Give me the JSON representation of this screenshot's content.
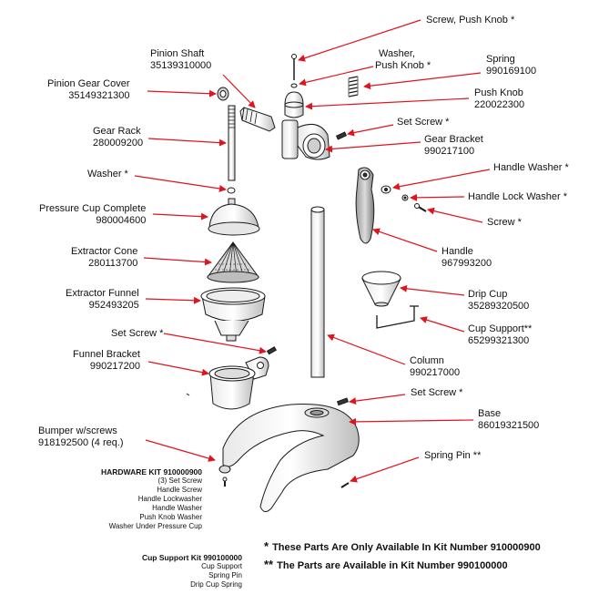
{
  "labels": [
    {
      "id": "screw-push-knob",
      "name": "Screw, Push Knob *",
      "part": ""
    },
    {
      "id": "pinion-shaft",
      "name": "Pinion Shaft",
      "part": "35139310000"
    },
    {
      "id": "washer-push-knob",
      "name": "Washer,",
      "part": "Push Knob *"
    },
    {
      "id": "spring",
      "name": "Spring",
      "part": "990169100"
    },
    {
      "id": "pinion-gear-cover",
      "name": "Pinion Gear Cover",
      "part": "35149321300"
    },
    {
      "id": "push-knob",
      "name": "Push Knob",
      "part": "220022300"
    },
    {
      "id": "set-screw-top",
      "name": "Set Screw *",
      "part": ""
    },
    {
      "id": "gear-rack",
      "name": "Gear Rack",
      "part": "280009200"
    },
    {
      "id": "gear-bracket",
      "name": "Gear Bracket",
      "part": "990217100"
    },
    {
      "id": "handle-washer",
      "name": "Handle Washer *",
      "part": ""
    },
    {
      "id": "washer",
      "name": "Washer *",
      "part": ""
    },
    {
      "id": "handle-lock-washer",
      "name": "Handle Lock Washer *",
      "part": ""
    },
    {
      "id": "pressure-cup",
      "name": "Pressure Cup Complete",
      "part": "980004600"
    },
    {
      "id": "screw",
      "name": "Screw *",
      "part": ""
    },
    {
      "id": "extractor-cone",
      "name": "Extractor Cone",
      "part": "280113700"
    },
    {
      "id": "handle",
      "name": "Handle",
      "part": "967993200"
    },
    {
      "id": "extractor-funnel",
      "name": "Extractor Funnel",
      "part": "952493205"
    },
    {
      "id": "drip-cup",
      "name": "Drip Cup",
      "part": "35289320500"
    },
    {
      "id": "cup-support",
      "name": "Cup Support**",
      "part": "65299321300"
    },
    {
      "id": "set-screw-mid",
      "name": "Set Screw *",
      "part": ""
    },
    {
      "id": "funnel-bracket",
      "name": "Funnel Bracket",
      "part": "990217200"
    },
    {
      "id": "column",
      "name": "Column",
      "part": "990217000"
    },
    {
      "id": "set-screw-base",
      "name": "Set Screw *",
      "part": ""
    },
    {
      "id": "base",
      "name": "Base",
      "part": "86019321500"
    },
    {
      "id": "bumper",
      "name": "Bumper w/screws",
      "part": "918192500 (4 req.)"
    },
    {
      "id": "spring-pin",
      "name": "Spring Pin **",
      "part": ""
    }
  ],
  "hardware_kit": {
    "title": "HARDWARE KIT 910000900",
    "items": [
      "(3) Set Screw",
      "Handle Screw",
      "Handle Lockwasher",
      "Handle Washer",
      "Push Knob Washer",
      "Washer Under Pressure Cup"
    ]
  },
  "cup_support_kit": {
    "title": "Cup Support Kit 990100000",
    "items": [
      "Cup Support",
      "Spring Pin",
      "Drip Cup Spring"
    ]
  },
  "notes": [
    {
      "mark": "*",
      "text": "These Parts Are Only Available In Kit Number 910000900"
    },
    {
      "mark": "**",
      "text": "The Parts are Available in Kit Number 990100000"
    }
  ],
  "colors": {
    "arrow": "#e0141e",
    "line": "#1a1a1a",
    "fill": "#f4f4f4",
    "shade": "#cfcfcf"
  }
}
